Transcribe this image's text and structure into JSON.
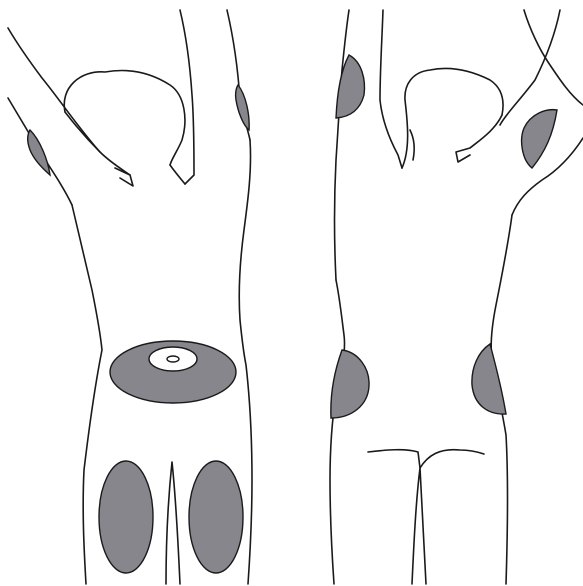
{
  "colors": {
    "background": "#ffffff",
    "outline": "#1a1a1a",
    "injection_site": "#86868c",
    "navel_center": "#ffffff"
  },
  "views": [
    {
      "name": "front-view"
    },
    {
      "name": "back-view"
    }
  ],
  "front_sites": [
    "left-upper-arm",
    "right-upper-arm",
    "abdomen",
    "left-thigh",
    "right-thigh"
  ],
  "back_sites": [
    "left-upper-arm",
    "right-upper-arm",
    "left-buttock",
    "right-buttock"
  ]
}
